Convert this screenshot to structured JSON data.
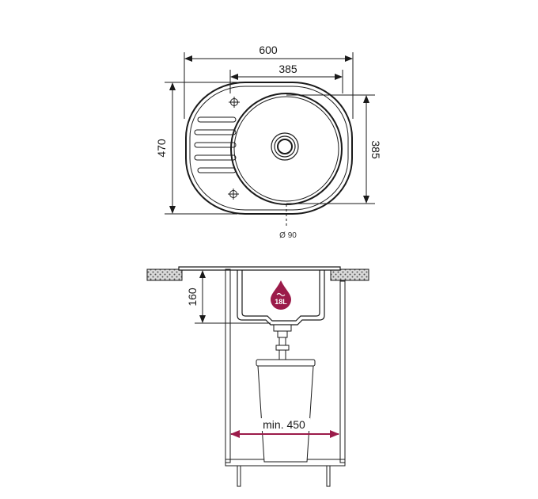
{
  "top_view": {
    "dims": {
      "overall_width": "600",
      "bowl_width": "385",
      "overall_depth": "470",
      "bowl_depth": "385",
      "drain": "Ø 90"
    }
  },
  "side_view": {
    "dims": {
      "bowl_height": "160",
      "cabinet_width": "min. 450"
    },
    "badge": {
      "volume": "18L"
    }
  },
  "colors": {
    "line": "#1a1a1a",
    "accent": "#9b1b4a",
    "countertop": "#bdbdbd"
  }
}
